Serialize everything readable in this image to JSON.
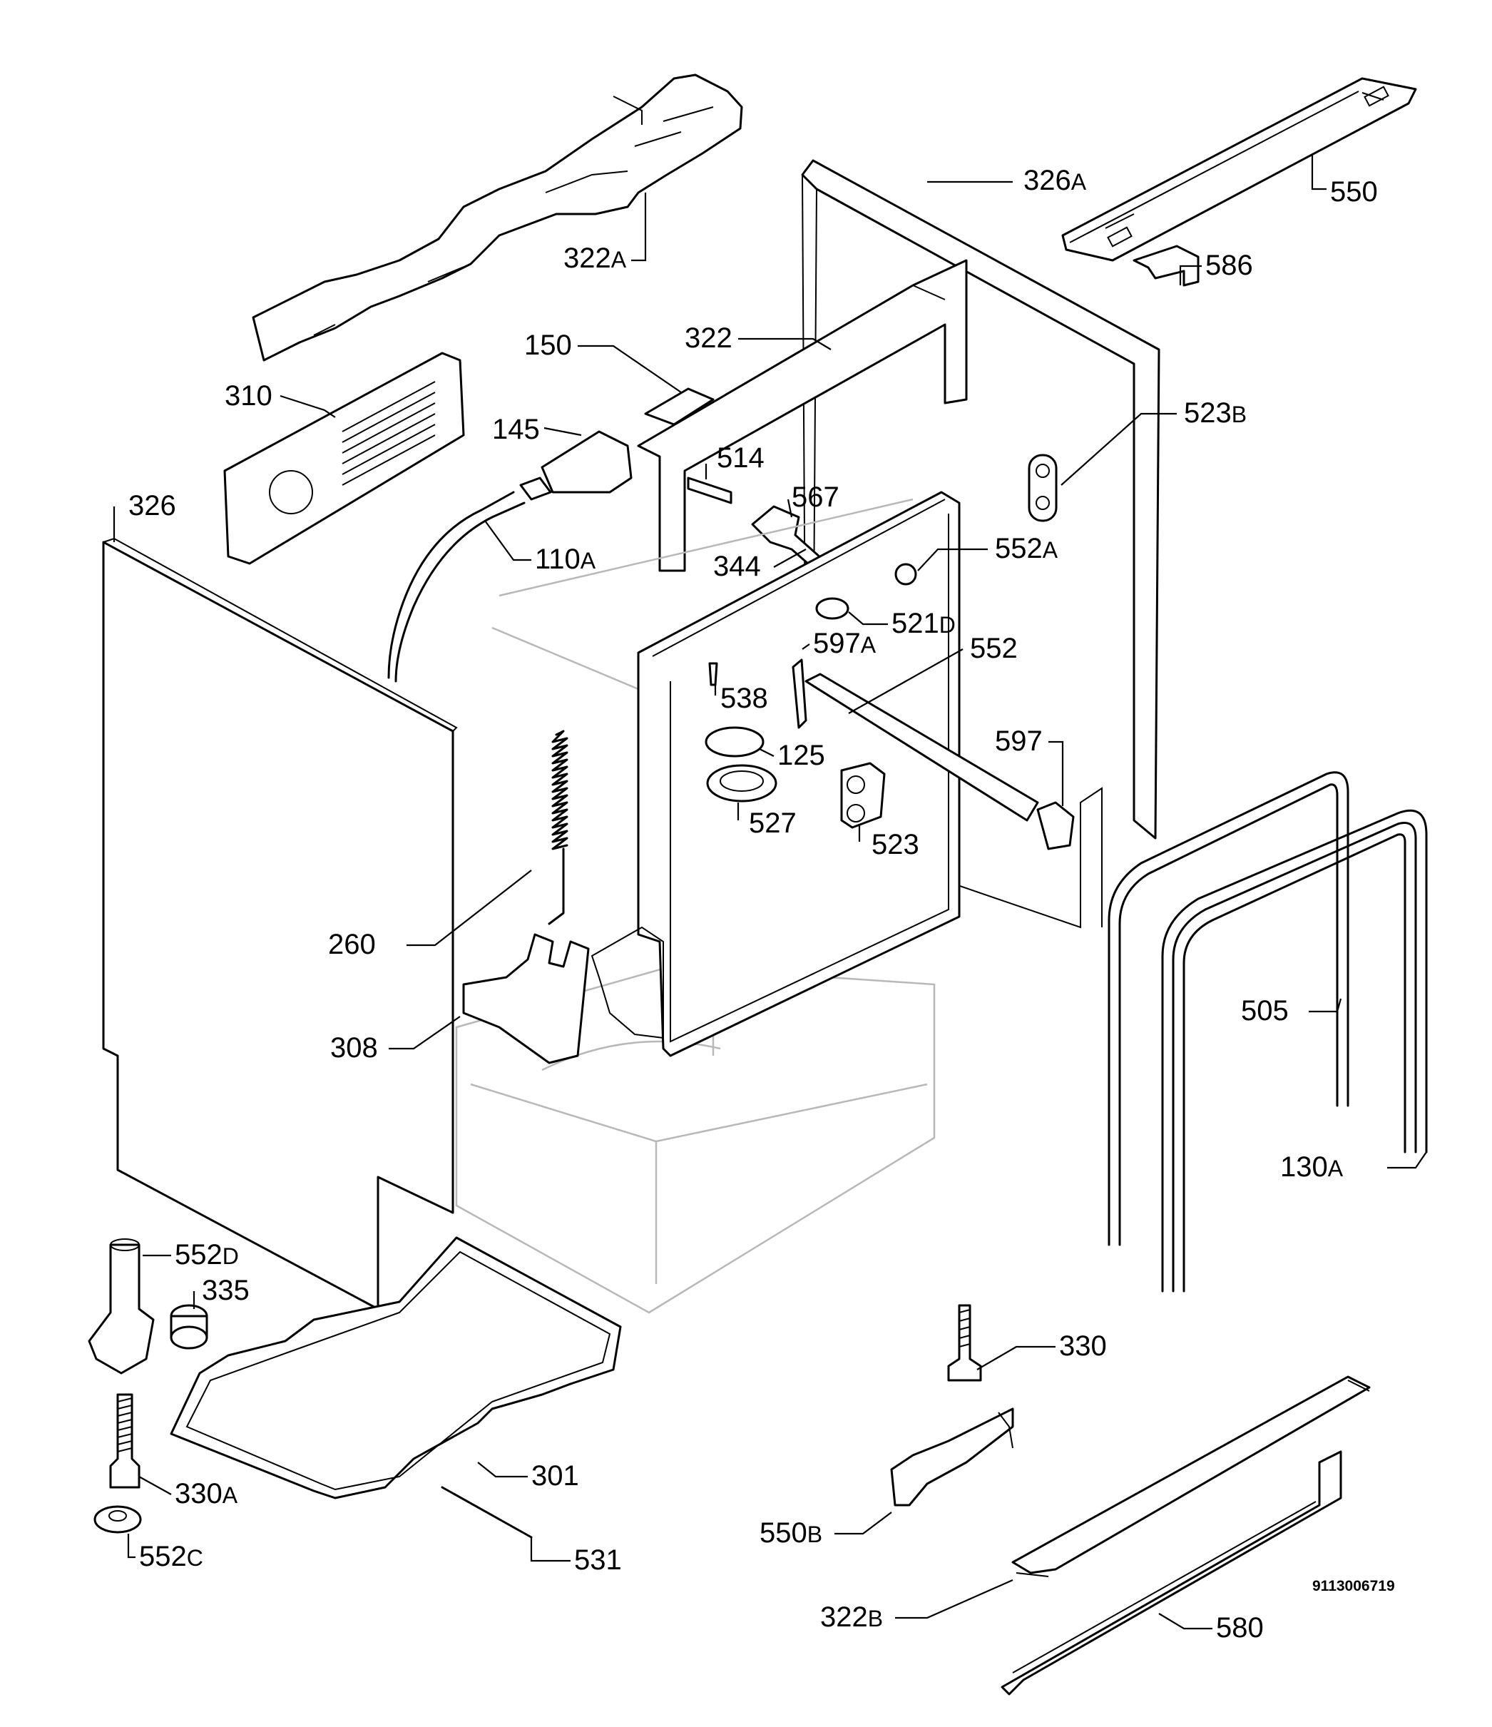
{
  "diagram": {
    "reference_number": "9113006719",
    "parts": [
      {
        "id": "p322A",
        "number": "322",
        "suffix": "A"
      },
      {
        "id": "p326A",
        "number": "326",
        "suffix": "A"
      },
      {
        "id": "p550",
        "number": "550",
        "suffix": ""
      },
      {
        "id": "p586",
        "number": "586",
        "suffix": ""
      },
      {
        "id": "p150",
        "number": "150",
        "suffix": ""
      },
      {
        "id": "p322",
        "number": "322",
        "suffix": ""
      },
      {
        "id": "p310",
        "number": "310",
        "suffix": ""
      },
      {
        "id": "p523B",
        "number": "523",
        "suffix": "B"
      },
      {
        "id": "p145",
        "number": "145",
        "suffix": ""
      },
      {
        "id": "p514",
        "number": "514",
        "suffix": ""
      },
      {
        "id": "p567",
        "number": "567",
        "suffix": ""
      },
      {
        "id": "p326",
        "number": "326",
        "suffix": ""
      },
      {
        "id": "p552A",
        "number": "552",
        "suffix": "A"
      },
      {
        "id": "p110A",
        "number": "110",
        "suffix": "A"
      },
      {
        "id": "p344",
        "number": "344",
        "suffix": ""
      },
      {
        "id": "p521D",
        "number": "521",
        "suffix": "D"
      },
      {
        "id": "p597A",
        "number": "597",
        "suffix": "A"
      },
      {
        "id": "p552",
        "number": "552",
        "suffix": ""
      },
      {
        "id": "p538",
        "number": "538",
        "suffix": ""
      },
      {
        "id": "p597",
        "number": "597",
        "suffix": ""
      },
      {
        "id": "p125",
        "number": "125",
        "suffix": ""
      },
      {
        "id": "p527",
        "number": "527",
        "suffix": ""
      },
      {
        "id": "p523",
        "number": "523",
        "suffix": ""
      },
      {
        "id": "p260",
        "number": "260",
        "suffix": ""
      },
      {
        "id": "p505",
        "number": "505",
        "suffix": ""
      },
      {
        "id": "p308",
        "number": "308",
        "suffix": ""
      },
      {
        "id": "p130A",
        "number": "130",
        "suffix": "A"
      },
      {
        "id": "p552D",
        "number": "552",
        "suffix": "D"
      },
      {
        "id": "p335",
        "number": "335",
        "suffix": ""
      },
      {
        "id": "p330",
        "number": "330",
        "suffix": ""
      },
      {
        "id": "p301",
        "number": "301",
        "suffix": ""
      },
      {
        "id": "p330A",
        "number": "330",
        "suffix": "A"
      },
      {
        "id": "p550B",
        "number": "550",
        "suffix": "B"
      },
      {
        "id": "p552C",
        "number": "552",
        "suffix": "C"
      },
      {
        "id": "p531",
        "number": "531",
        "suffix": ""
      },
      {
        "id": "p322B",
        "number": "322",
        "suffix": "B"
      },
      {
        "id": "p580",
        "number": "580",
        "suffix": ""
      }
    ]
  }
}
